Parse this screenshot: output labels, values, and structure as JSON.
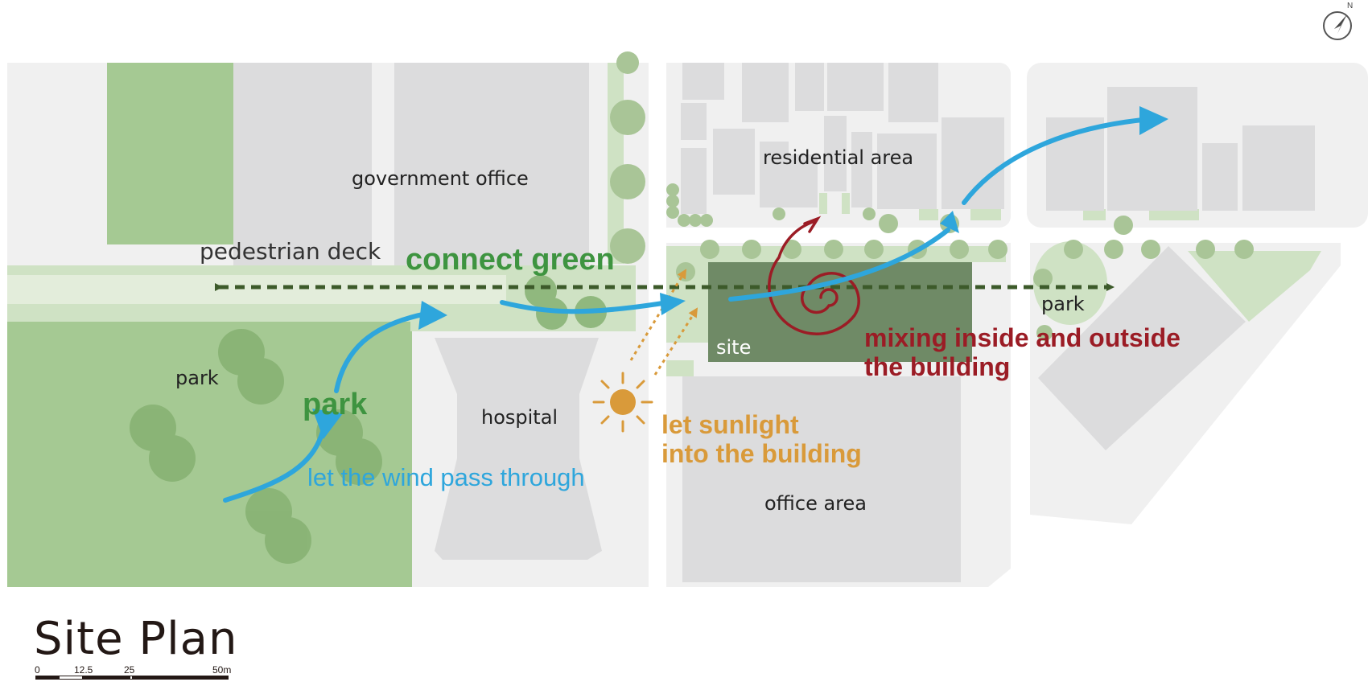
{
  "colors": {
    "background": "#ffffff",
    "block": "#f0f0f0",
    "building": "#dcdcdd",
    "park_green": "#a5c993",
    "light_green": "#cfe2c4",
    "tree": "#7fa96a",
    "site": "#6f8a66",
    "deck_arrow": "#3c5a2a",
    "wind": "#2ea6dc",
    "sun": "#d99a3a",
    "mixing": "#9b1c25",
    "concept_green": "#3e9440"
  },
  "labels": {
    "government_office": "government office",
    "residential_area": "residential area",
    "pedestrian_deck": "pedestrian deck",
    "park_left": "park",
    "park_right": "park",
    "hospital": "hospital",
    "site": "site",
    "office_area": "office area"
  },
  "concepts": {
    "connect_green": "connect green",
    "park": "park",
    "wind": "let the wind pass through",
    "sunlight_line1": "let sunlight",
    "sunlight_line2": "into the building",
    "mixing_line1": "mixing inside and outside",
    "mixing_line2": "the building"
  },
  "title": "Site Plan",
  "scale_bar": {
    "ticks": [
      "0",
      "12.5",
      "25",
      "50m"
    ]
  },
  "compass": {
    "north_label": "N",
    "icon": "north-arrow-icon"
  }
}
